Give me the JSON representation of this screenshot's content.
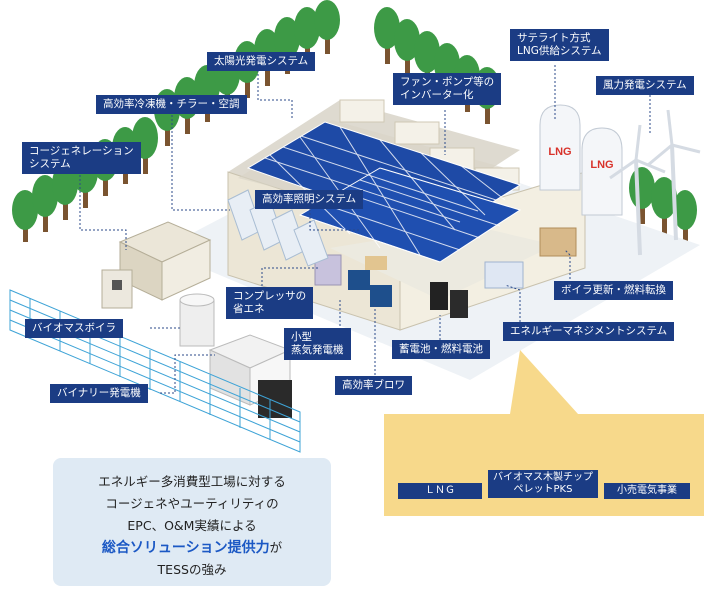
{
  "labels": {
    "solar": "太陽光発電システム",
    "chiller": "高効率冷凍機・チラー・空調",
    "cogen": "コージェネレーション\nシステム",
    "fan_pump": "ファン・ポンプ等の\nインバーター化",
    "satellite_lng": "サテライト方式\nLNG供給システム",
    "wind": "風力発電システム",
    "lighting": "高効率照明システム",
    "compressor": "コンプレッサの\n省エネ",
    "steam_gen": "小型\n蒸気発電機",
    "blower": "高効率ブロワ",
    "battery": "蓄電池・燃料電池",
    "boiler": "ボイラ更新・燃料転換",
    "ems": "エネルギーマネジメントシステム",
    "biomass_boiler": "バイオマスボイラ",
    "binary": "バイナリー発電機"
  },
  "tank_marks": {
    "left": "LNG",
    "right": "LNG"
  },
  "supply_panel": {
    "lng": "ＬＮＧ",
    "biomass_chip": "バイオマス木製チップ\nペレットPKS",
    "retail": "小売電気事業"
  },
  "message": {
    "line1": "エネルギー多消費型工場に対する",
    "line2": "コージェネやユーティリティの",
    "line3": "EPC、O&M実績による",
    "highlight": "総合ソリューション提供力",
    "highlight_suffix": "が",
    "line5": "TESSの強み"
  },
  "colors": {
    "label_bg": "#1b3c84",
    "panel_bg": "#f7d98b",
    "bubble_bg": "#dfeaf4",
    "highlight": "#1b58c4",
    "tree": "#3d9a46"
  }
}
